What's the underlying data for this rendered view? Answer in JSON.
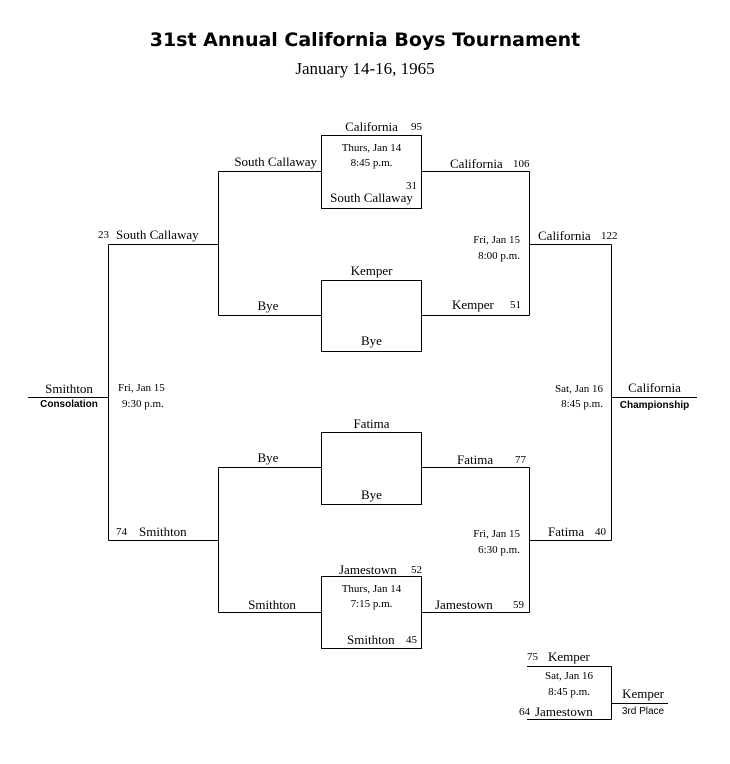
{
  "header": {
    "title": "31st Annual California Boys Tournament",
    "dates": "January 14-16, 1965"
  },
  "games": {
    "g1": {
      "top_team": "California",
      "top_score": "95",
      "day": "Thurs, Jan 14",
      "time": "8:45 p.m.",
      "bottom_score": "31",
      "bottom_team": "South Callaway"
    },
    "g2": {
      "top_team": "Kemper",
      "bottom_team": "Bye"
    },
    "g3": {
      "top_team": "Fatima",
      "bottom_team": "Bye"
    },
    "g4": {
      "top_team": "Jamestown",
      "top_score": "52",
      "day": "Thurs, Jan 14",
      "time": "7:15 p.m.",
      "bottom_team": "Smithton",
      "bottom_score": "45"
    },
    "semi_top": {
      "day": "Fri, Jan 15",
      "time": "8:00 p.m."
    },
    "semi_bottom": {
      "day": "Fri, Jan 15",
      "time": "6:30 p.m."
    },
    "consolation": {
      "day": "Fri, Jan 15",
      "time": "9:30 p.m."
    },
    "championship": {
      "day": "Sat, Jan 16",
      "time": "8:45 p.m."
    },
    "third_place": {
      "day": "Sat, Jan 16",
      "time": "8:45 p.m."
    }
  },
  "left_lines": {
    "r1_south_callaway": "South Callaway",
    "r1_bye_top": "Bye",
    "r1_bye_bottom": "Bye",
    "r1_smithton": "Smithton",
    "semi_south_callaway": "South Callaway",
    "semi_south_callaway_score": "23",
    "semi_smithton": "Smithton",
    "semi_smithton_score": "74"
  },
  "right_lines": {
    "r1_california": "California",
    "r1_california_score": "106",
    "r1_kemper": "Kemper",
    "r1_kemper_score": "51",
    "r1_fatima": "Fatima",
    "r1_fatima_score": "77",
    "r1_jamestown": "Jamestown",
    "r1_jamestown_score": "59",
    "semi_california": "California",
    "semi_california_score": "122",
    "semi_fatima": "Fatima",
    "semi_fatima_score": "40"
  },
  "results": {
    "consolation_winner": "Smithton",
    "consolation_label": "Consolation",
    "champion": "California",
    "championship_label": "Championship",
    "third_top_score": "75",
    "third_top_team": "Kemper",
    "third_bottom_score": "64",
    "third_bottom_team": "Jamestown",
    "third_winner": "Kemper",
    "third_label": "3rd Place"
  }
}
